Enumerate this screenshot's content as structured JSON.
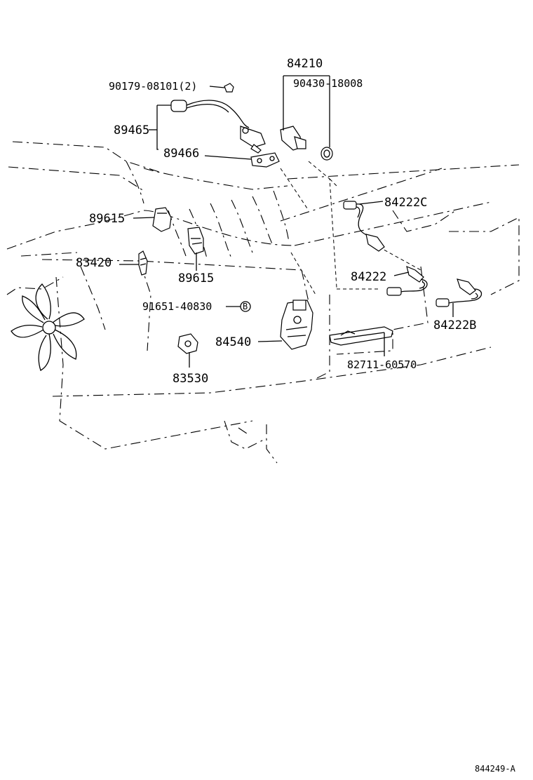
{
  "labels": {
    "p84210": "84210",
    "p90179": "90179-08101(2)",
    "p90430": "90430-18008",
    "p89465": "89465",
    "p89466": "89466",
    "p89615_a": "89615",
    "p84222c": "84222C",
    "p83420": "83420",
    "p89615_b": "89615",
    "p84222": "84222",
    "p91651": "91651-40830",
    "p84540": "84540",
    "p84222b": "84222B",
    "p82711": "82711-60570",
    "p83530": "83530"
  },
  "ref_number": "844249-A",
  "circle_marker": "B",
  "colors": {
    "ink": "#000000",
    "paper": "#ffffff"
  }
}
